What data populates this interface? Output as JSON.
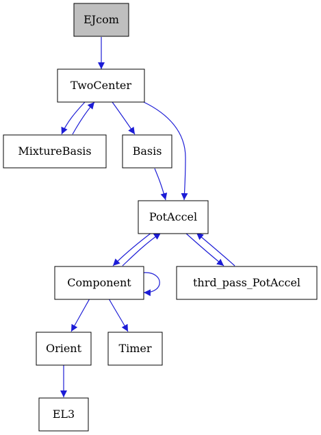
{
  "colors": {
    "edge": "#1c1cd6",
    "node_border": "#000000",
    "node_fill": "#ffffff",
    "highlight_fill": "#bfbfbf",
    "text": "#000000"
  },
  "nodes": {
    "ejcom": {
      "label": "EJcom",
      "highlighted": true
    },
    "twocenter": {
      "label": "TwoCenter"
    },
    "mixturebasis": {
      "label": "MixtureBasis"
    },
    "basis": {
      "label": "Basis"
    },
    "potaccel": {
      "label": "PotAccel"
    },
    "component": {
      "label": "Component"
    },
    "thrd_pass_potaccel": {
      "label": "thrd_pass_PotAccel"
    },
    "orient": {
      "label": "Orient"
    },
    "timer": {
      "label": "Timer"
    },
    "el3": {
      "label": "EL3"
    }
  },
  "edges": [
    {
      "from": "EJcom",
      "to": "TwoCenter"
    },
    {
      "from": "TwoCenter",
      "to": "MixtureBasis"
    },
    {
      "from": "MixtureBasis",
      "to": "TwoCenter"
    },
    {
      "from": "TwoCenter",
      "to": "Basis"
    },
    {
      "from": "TwoCenter",
      "to": "PotAccel"
    },
    {
      "from": "Basis",
      "to": "PotAccel"
    },
    {
      "from": "PotAccel",
      "to": "Component"
    },
    {
      "from": "Component",
      "to": "PotAccel"
    },
    {
      "from": "PotAccel",
      "to": "thrd_pass_PotAccel"
    },
    {
      "from": "thrd_pass_PotAccel",
      "to": "PotAccel"
    },
    {
      "from": "Component",
      "to": "Component"
    },
    {
      "from": "Component",
      "to": "Orient"
    },
    {
      "from": "Component",
      "to": "Timer"
    },
    {
      "from": "Orient",
      "to": "EL3"
    }
  ]
}
